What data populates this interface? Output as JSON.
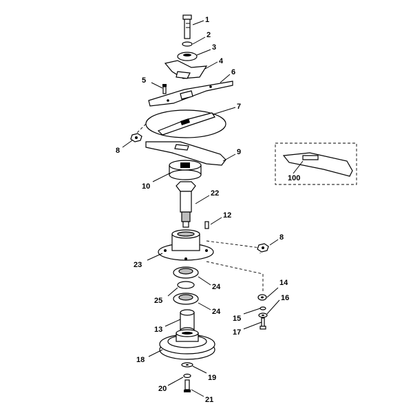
{
  "callouts": {
    "c1": "1",
    "c2": "2",
    "c3": "3",
    "c4": "4",
    "c5": "5",
    "c6": "6",
    "c7": "7",
    "c8a": "8",
    "c9": "9",
    "c10": "10",
    "c22": "22",
    "c12": "12",
    "c8b": "8",
    "c23": "23",
    "c24a": "24",
    "c25": "25",
    "c24b": "24",
    "c14": "14",
    "c16": "16",
    "c15": "15",
    "c17": "17",
    "c13": "13",
    "c18": "18",
    "c19": "19",
    "c20": "20",
    "c21": "21",
    "c100": "100"
  }
}
